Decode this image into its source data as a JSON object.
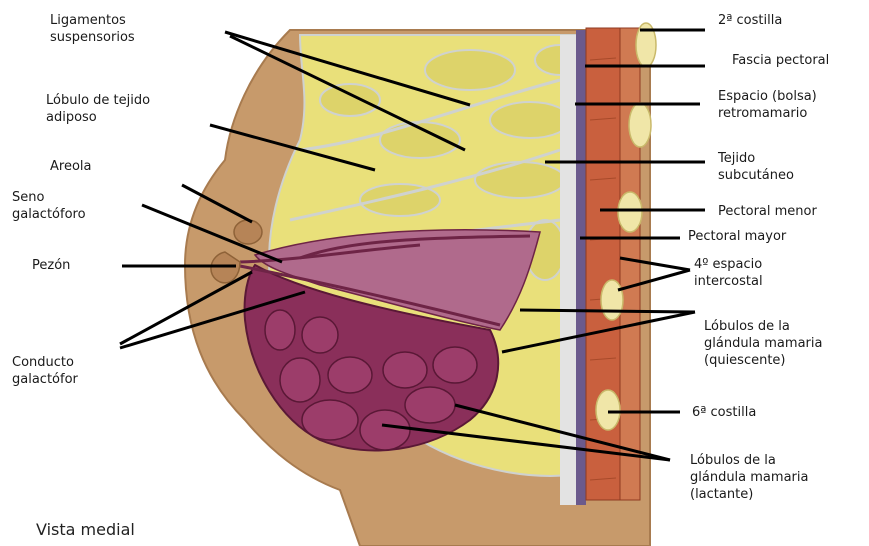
{
  "labels": {
    "ligamentos": [
      "Ligamentos",
      "suspensorios"
    ],
    "lobulo_adiposo": [
      "Lóbulo de tejido",
      "adiposo"
    ],
    "areola": "Areola",
    "seno": [
      "Seno",
      "galactóforo"
    ],
    "pezon": "Pezón",
    "conducto": [
      "Conducto",
      "galactófor"
    ],
    "costilla2": "2ª costilla",
    "fascia": "Fascia pectoral",
    "espacio": [
      "Espacio (bolsa)",
      "retromamario"
    ],
    "tejido_sub": [
      "Tejido",
      "subcutáneo"
    ],
    "pectoral_menor": "Pectoral menor",
    "pectoral_mayor": "Pectoral mayor",
    "espacio_intercostal": [
      "4º espacio",
      "intercostal"
    ],
    "lobulos_quiescente": [
      "Lóbulos de la",
      "glándula mamaria",
      "(quiescente)"
    ],
    "costilla6": "6ª costilla",
    "lobulos_lactante": [
      "Lóbulos de la",
      "glándula mamaria",
      "(lactante)"
    ]
  },
  "caption": "Vista medial",
  "colors": {
    "skin": "#c79a6b",
    "skin_dark": "#a87b4f",
    "fat": "#e9e07a",
    "septa": "#cfd2cf",
    "gland": "#8a2f5a",
    "gland_light": "#b06a8c",
    "muscle": "#c9603e",
    "fascia": "#6b5a8c",
    "bone": "#f0e6a8"
  }
}
